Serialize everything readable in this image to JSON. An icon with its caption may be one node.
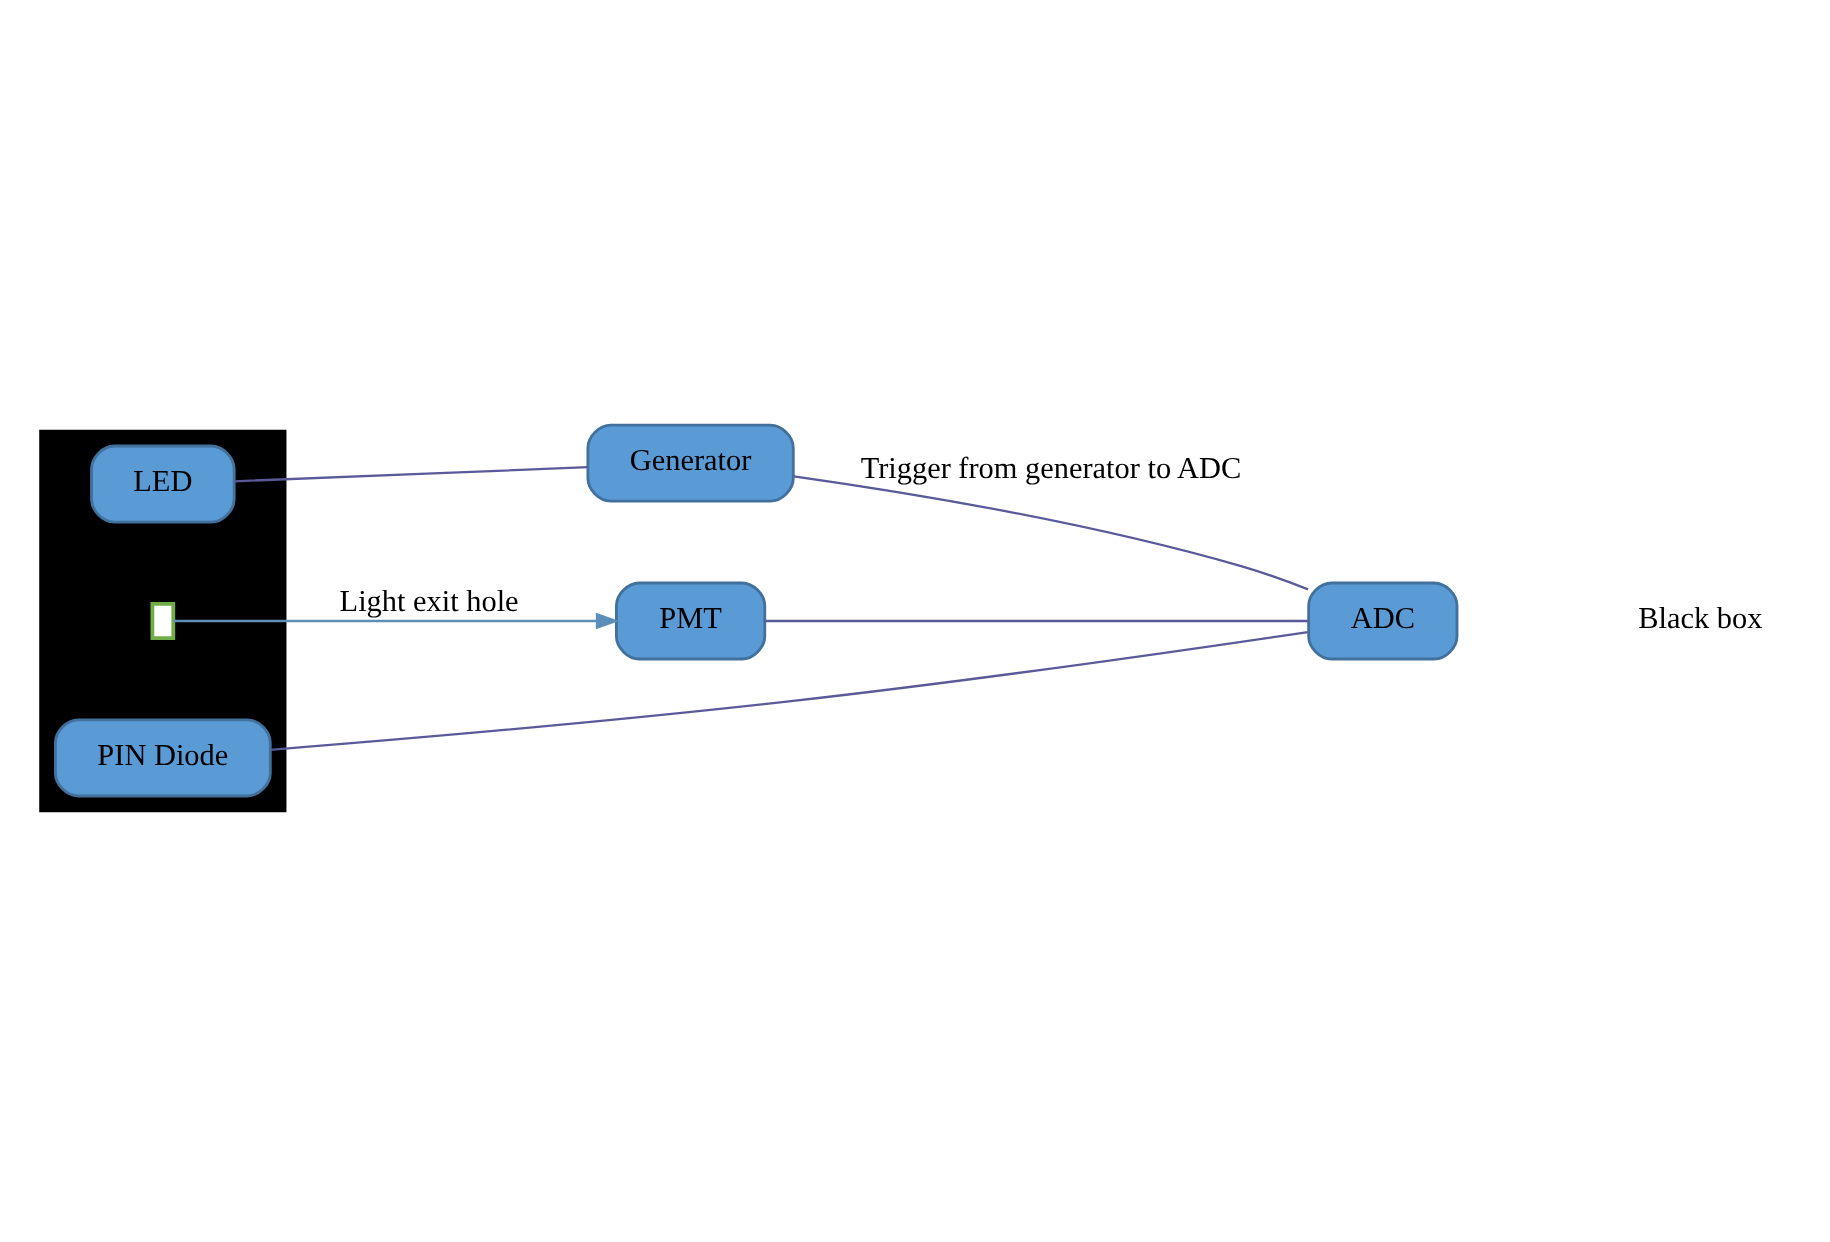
{
  "diagram": {
    "nodes": [
      {
        "text": [],
        "shape": "box"
      },
      {
        "text": [
          "Generator"
        ]
      },
      {
        "text": [
          "LED"
        ],
        "in": 0
      },
      {
        "text": [],
        "shape": "box",
        "in": 0
      },
      {
        "text": [
          "PMT"
        ]
      },
      {
        "text": [
          "PIN Diode"
        ],
        "in": 0
      },
      {
        "text": [
          "ADC"
        ]
      }
    ],
    "edges": [
      {
        "from": 2,
        "to": 1,
        "arrow": "none"
      },
      {
        "from": 3,
        "to": 4,
        "arrow": "to",
        "label": "Light exit hole",
        "color": "#5b8fb9"
      },
      {
        "from": 1,
        "to": 6,
        "arrow": "none",
        "label": "Trigger from generator to ADC"
      },
      {
        "from": 4,
        "to": 6,
        "arrow": "none"
      },
      {
        "from": 5,
        "to": 6,
        "arrow": "none"
      }
    ],
    "labels": [
      "Black box"
    ]
  }
}
